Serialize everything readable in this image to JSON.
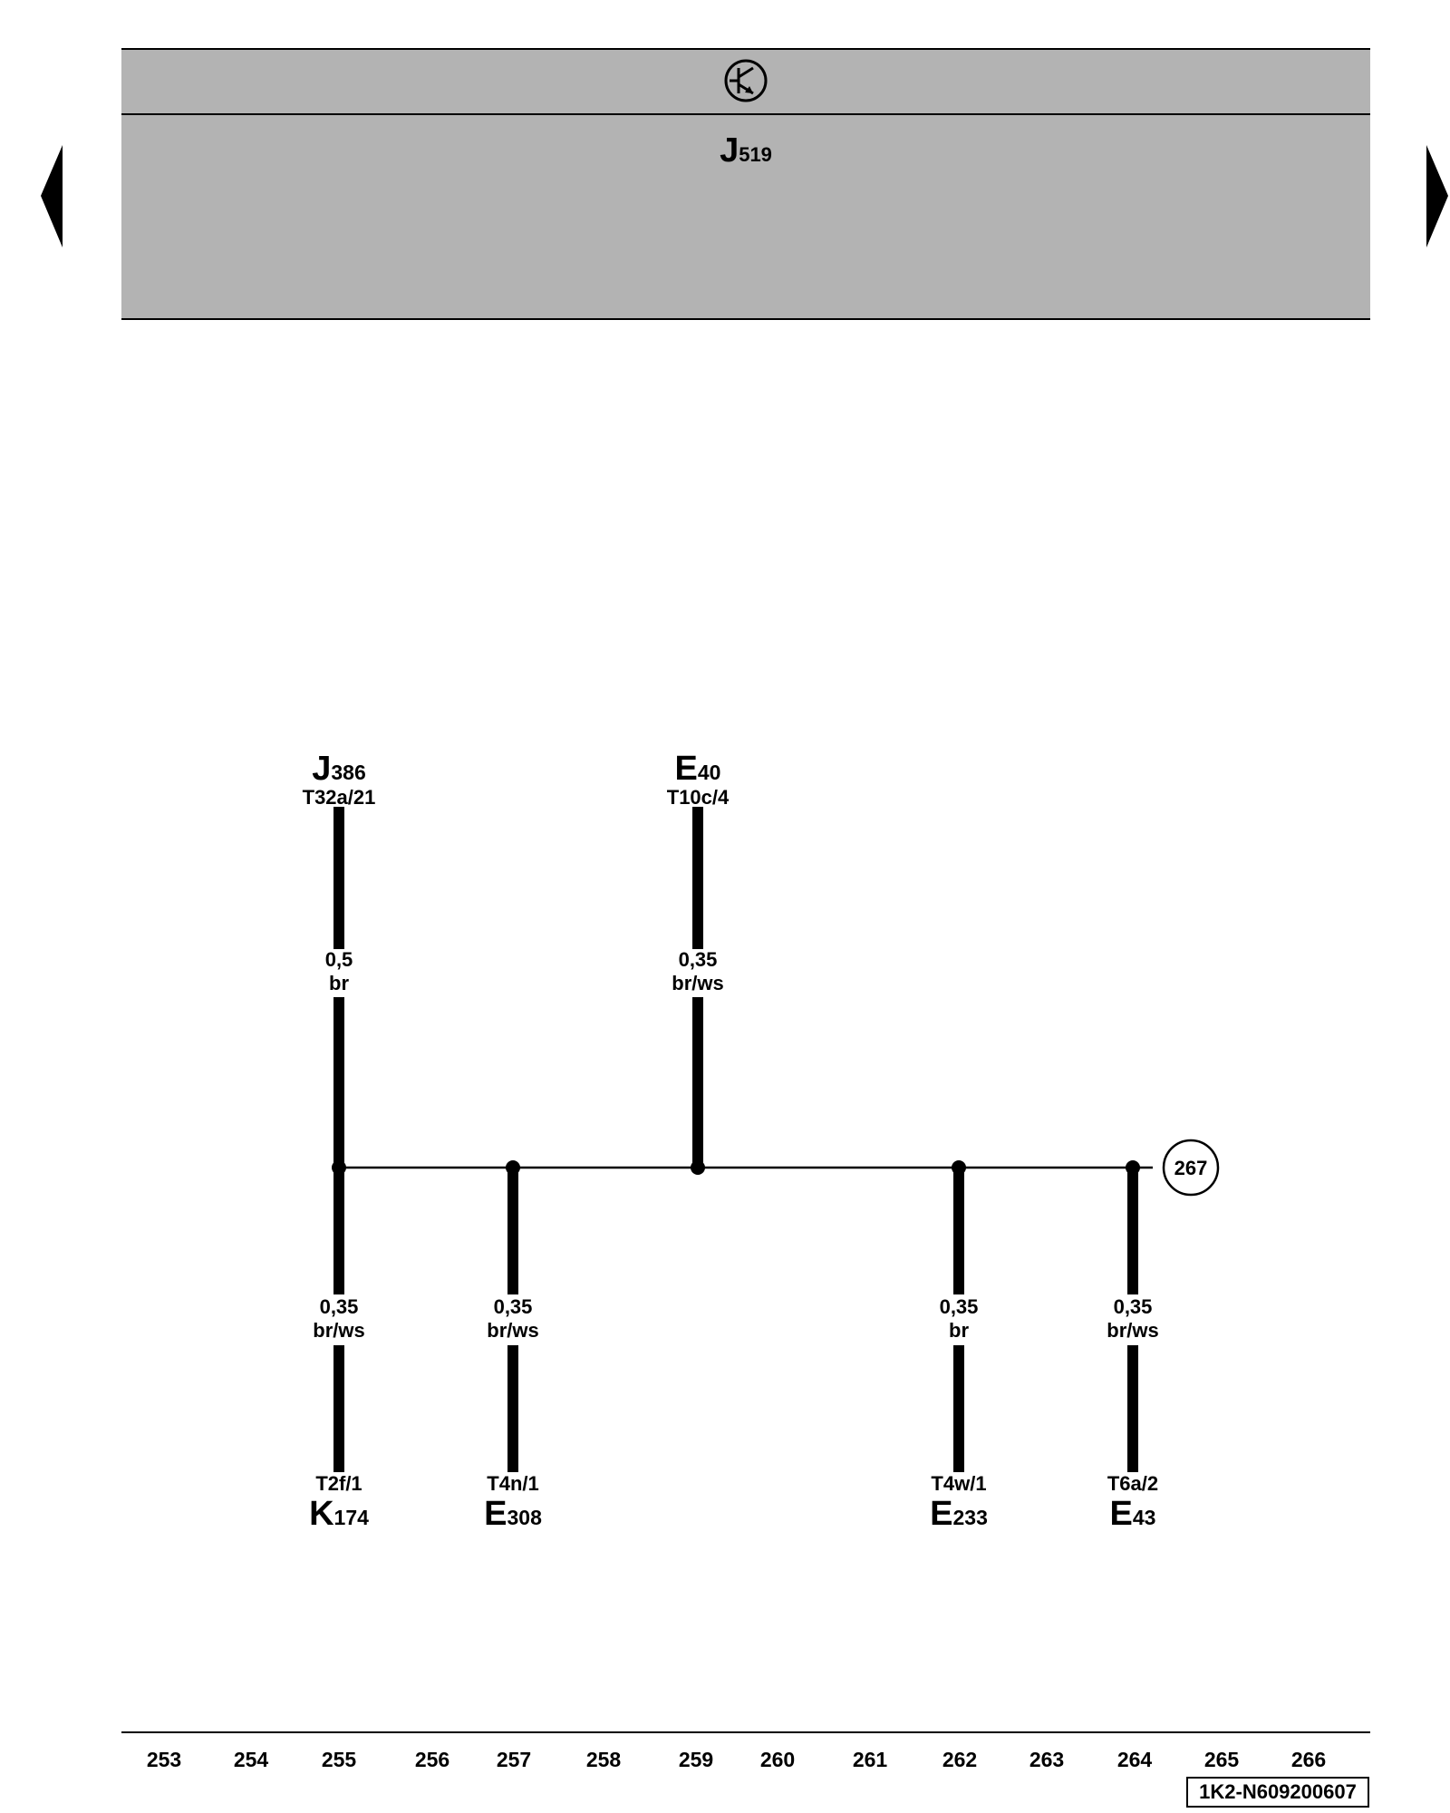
{
  "header": {
    "symbol_icon": "transistor-icon",
    "component": {
      "letter": "J",
      "number": "519"
    }
  },
  "nav": {
    "prev_icon": "triangle-left-icon",
    "next_icon": "triangle-right-icon"
  },
  "top_connections": [
    {
      "letter": "J",
      "number": "386",
      "pin": "T32a/21",
      "size": "0,5",
      "color": "br"
    },
    {
      "letter": "E",
      "number": "40",
      "pin": "T10c/4",
      "size": "0,35",
      "color": "br/ws"
    }
  ],
  "bottom_connections": [
    {
      "letter": "K",
      "number": "174",
      "pin": "T2f/1",
      "size": "0,35",
      "color": "br/ws"
    },
    {
      "letter": "E",
      "number": "308",
      "pin": "T4n/1",
      "size": "0,35",
      "color": "br/ws"
    },
    {
      "letter": "E",
      "number": "233",
      "pin": "T4w/1",
      "size": "0,35",
      "color": "br"
    },
    {
      "letter": "E",
      "number": "43",
      "pin": "T6a/2",
      "size": "0,35",
      "color": "br/ws"
    }
  ],
  "continuation": {
    "ref": "267"
  },
  "grid_numbers": [
    "253",
    "254",
    "255",
    "256",
    "257",
    "258",
    "259",
    "260",
    "261",
    "262",
    "263",
    "264",
    "265",
    "266"
  ],
  "document_ref": "1K2-N609200607"
}
